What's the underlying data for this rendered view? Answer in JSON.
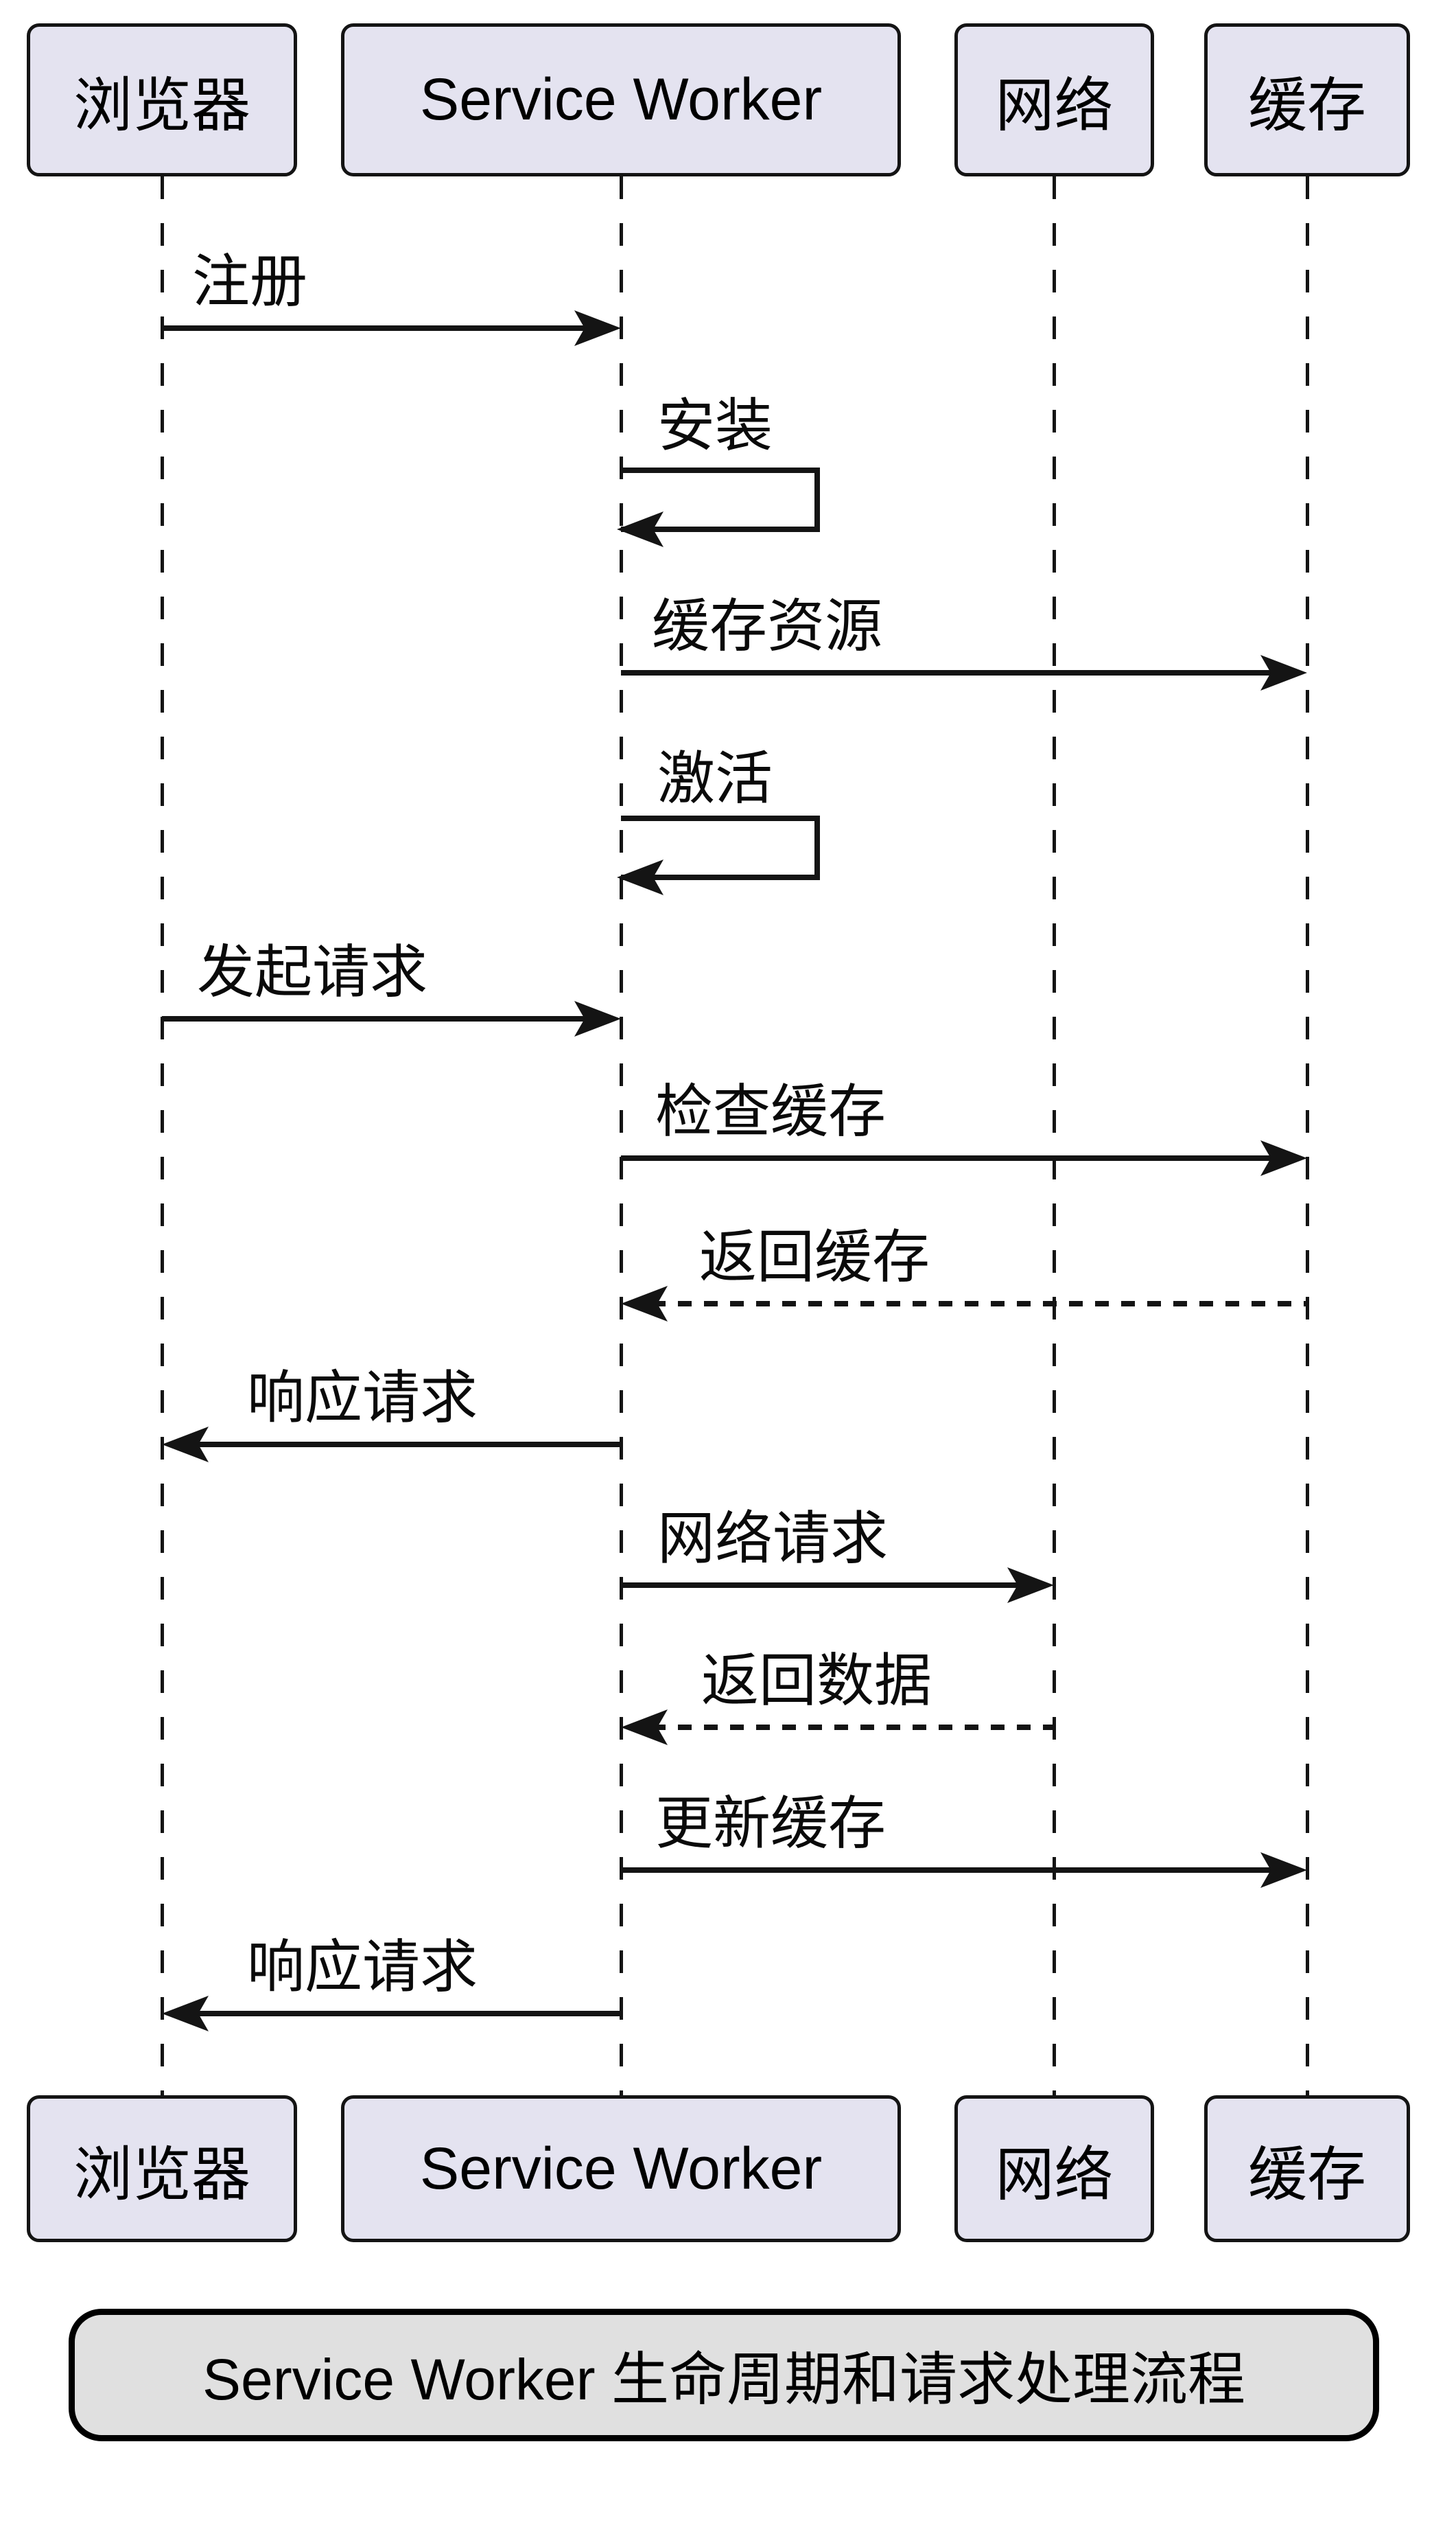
{
  "diagram": {
    "type": "sequence",
    "title": "Service Worker 生命周期和请求处理流程",
    "participants": [
      {
        "id": "browser",
        "label": "浏览器"
      },
      {
        "id": "service_worker",
        "label": "Service Worker"
      },
      {
        "id": "network",
        "label": "网络"
      },
      {
        "id": "cache",
        "label": "缓存"
      }
    ],
    "messages": [
      {
        "from": "浏览器",
        "to": "Service Worker",
        "label": "注册",
        "line": "solid"
      },
      {
        "from": "Service Worker",
        "to": "Service Worker",
        "label": "安装",
        "line": "solid-self"
      },
      {
        "from": "Service Worker",
        "to": "缓存",
        "label": "缓存资源",
        "line": "solid"
      },
      {
        "from": "Service Worker",
        "to": "Service Worker",
        "label": "激活",
        "line": "solid-self"
      },
      {
        "from": "浏览器",
        "to": "Service Worker",
        "label": "发起请求",
        "line": "solid"
      },
      {
        "from": "Service Worker",
        "to": "缓存",
        "label": "检查缓存",
        "line": "solid"
      },
      {
        "from": "缓存",
        "to": "Service Worker",
        "label": "返回缓存",
        "line": "dotted"
      },
      {
        "from": "Service Worker",
        "to": "浏览器",
        "label": "响应请求",
        "line": "solid"
      },
      {
        "from": "Service Worker",
        "to": "网络",
        "label": "网络请求",
        "line": "solid"
      },
      {
        "from": "网络",
        "to": "Service Worker",
        "label": "返回数据",
        "line": "dotted"
      },
      {
        "from": "Service Worker",
        "to": "缓存",
        "label": "更新缓存",
        "line": "solid"
      },
      {
        "from": "Service Worker",
        "to": "浏览器",
        "label": "响应请求",
        "line": "solid"
      }
    ],
    "colors": {
      "background": "#ffffff",
      "actor_fill": "#E4E3F0",
      "actor_border": "#141414",
      "line": "#141414",
      "title_fill": "#E0E0E0",
      "title_border": "#000000",
      "text": "#000000"
    }
  }
}
